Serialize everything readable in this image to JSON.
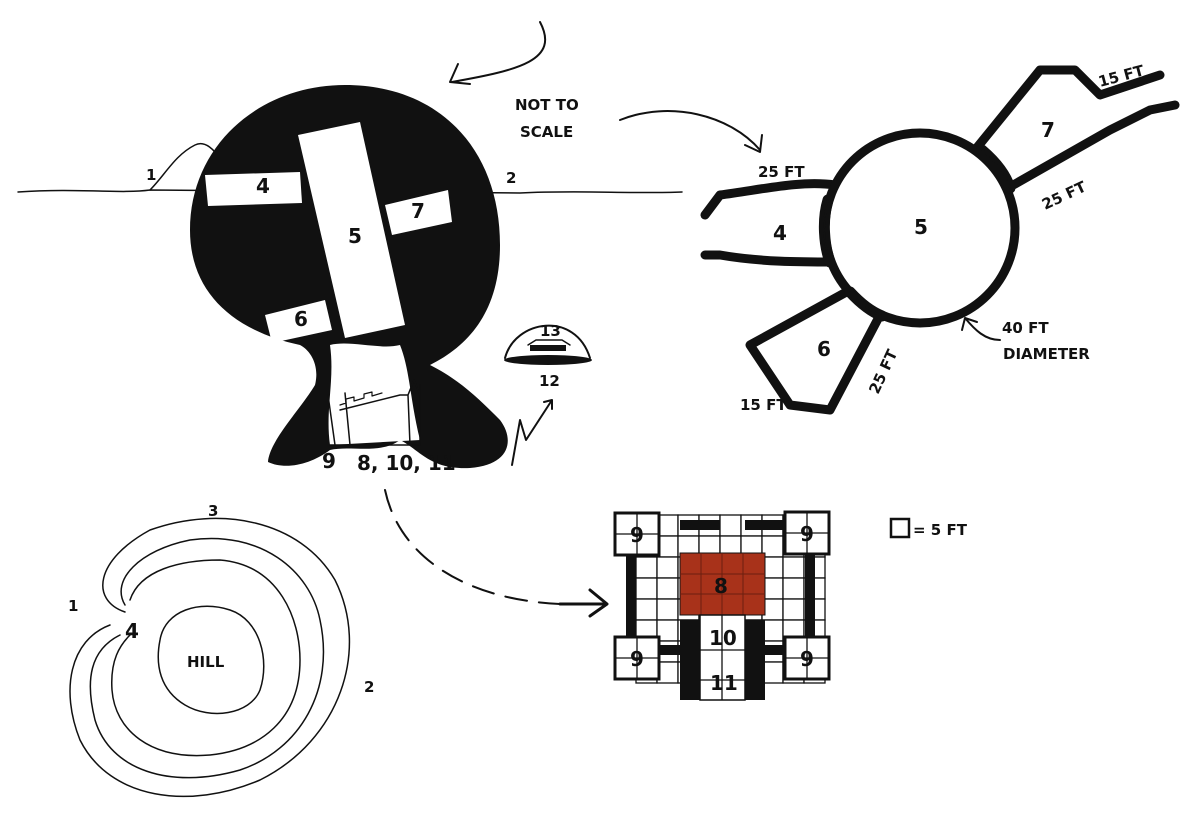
{
  "side_view": {
    "room_labels": [
      "1",
      "2",
      "4",
      "5",
      "6",
      "7",
      "9",
      "8, 10, 11"
    ],
    "dome_labels": [
      "13",
      "12"
    ],
    "note": [
      "NOT TO",
      "SCALE"
    ]
  },
  "plan_view": {
    "room_labels": [
      "4",
      "5",
      "6",
      "7"
    ],
    "dimensions": [
      "25 FT",
      "15 FT",
      "25 FT",
      "25 FT",
      "15 FT"
    ],
    "diameter": [
      "40 FT",
      "DIAMETER"
    ]
  },
  "hill_view": {
    "labels": [
      "1",
      "2",
      "3",
      "4"
    ],
    "hill_label": "HILL"
  },
  "castle_plan": {
    "tower_label": "9",
    "keep_label": "8",
    "labels": [
      "10",
      "11"
    ],
    "keep_color": "#a8321a"
  },
  "legend": {
    "text": "= 5 FT"
  }
}
